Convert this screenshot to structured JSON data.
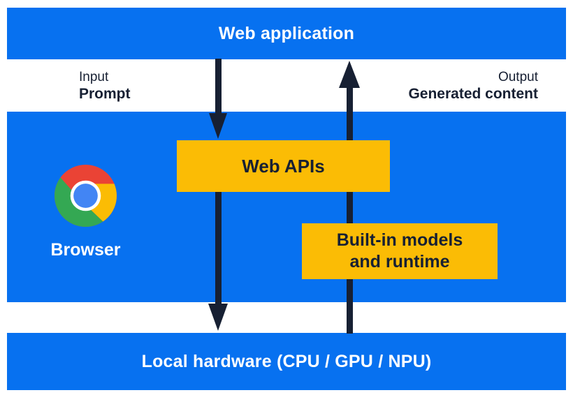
{
  "diagram": {
    "web_application": {
      "label": "Web application"
    },
    "flows": {
      "input": {
        "kind": "Input",
        "label": "Prompt"
      },
      "output": {
        "kind": "Output",
        "label": "Generated content"
      }
    },
    "browser": {
      "label": "Browser",
      "icon": "chrome-logo"
    },
    "web_apis": {
      "label": "Web APIs"
    },
    "builtin_models": {
      "line1": "Built-in models",
      "line2": "and runtime"
    },
    "local_hardware": {
      "label": "Local hardware (CPU / GPU / NPU)"
    },
    "colors": {
      "band_blue": "#0771F0",
      "box_yellow": "#FBBC05",
      "arrow_navy": "#172033",
      "text_white": "#FFFFFF",
      "chrome_red": "#EA4335",
      "chrome_yellow": "#FBBC04",
      "chrome_green": "#34A853",
      "chrome_blue": "#4285F4"
    }
  }
}
